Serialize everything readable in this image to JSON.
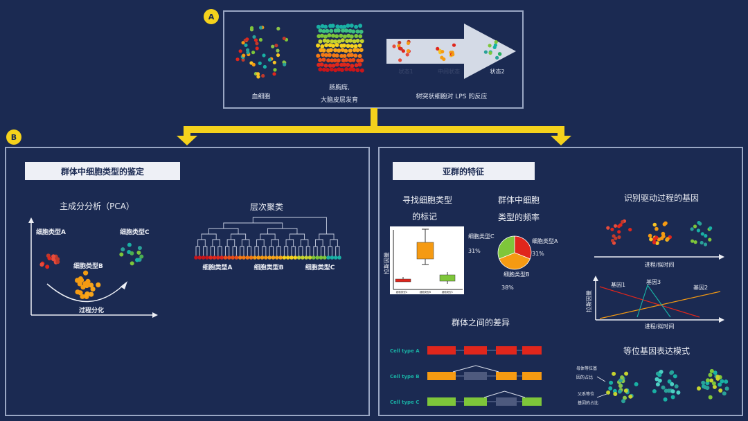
{
  "colors": {
    "background": "#1b2a52",
    "panel_border": "#9aa7c4",
    "badge": "#f5d21c",
    "connector": "#f5d21c",
    "label_box": "#eef0f6",
    "red": "#e0261c",
    "orange": "#f59a12",
    "green": "#7ec63a",
    "teal": "#19b0a4",
    "slate": "#4e5a7e"
  },
  "panel_a": {
    "badge": "A",
    "blood_cells_label": "血细胞",
    "embryo_label_line1": "肠胸席,",
    "embryo_label_line2": "大脑皮层发育",
    "state1_label": "状态1",
    "mid_state_label": "中间状态",
    "state2_label": "状态2",
    "lps_label": "树突状细胞对 LPS 的反应"
  },
  "panel_b": {
    "badge": "B",
    "left": {
      "title": "群体中细胞类型的鉴定",
      "pca_title": "主成分分析（PCA）",
      "cell_type_a": "细胞类型A",
      "cell_type_b": "细胞类型B",
      "cell_type_c": "细胞类型C",
      "process_axis": "过程分化",
      "hier_title": "层次聚类",
      "hier_type_a": "细胞类型A",
      "hier_type_b": "细胞类型B",
      "hier_type_c": "细胞类型C"
    },
    "right": {
      "title": "亚群的特征",
      "markers_title_line1": "寻找细胞类型",
      "markers_title_line2": "的标记",
      "markers_ylabel": "拉斯因量",
      "box_small_a": "细胞类型A",
      "box_small_b": "细胞类型B",
      "box_small_c": "细胞类型C",
      "freq_title_line1": "群体中细胞",
      "freq_title_line2": "类型的频率",
      "freq_label_c": "细胞类型C",
      "freq_pct_c": "31%",
      "freq_label_a": "细胞类型A",
      "freq_pct_a": "31%",
      "freq_label_b": "细胞类型B",
      "freq_pct_b": "38%",
      "driver_title": "识别驱动过程的基因",
      "pseudotime_label": "进程/拟时间",
      "gene1": "基因1",
      "gene2": "基因2",
      "gene3": "基因3",
      "expr_ylabel": "拉斯因量",
      "pseudotime_label2": "进程/拟时间",
      "diff_title": "群体之间的差异",
      "cell_type_a_en": "Cell type A",
      "cell_type_b_en": "Cell type B",
      "cell_type_c_en": "Cell type C",
      "allele_title": "等位基因表达模式",
      "allele_note1_line1": "母体等位基",
      "allele_note1_line2": "因的占比",
      "allele_note2_line1": "父系等位",
      "allele_note2_line2": "基因的占比"
    }
  }
}
